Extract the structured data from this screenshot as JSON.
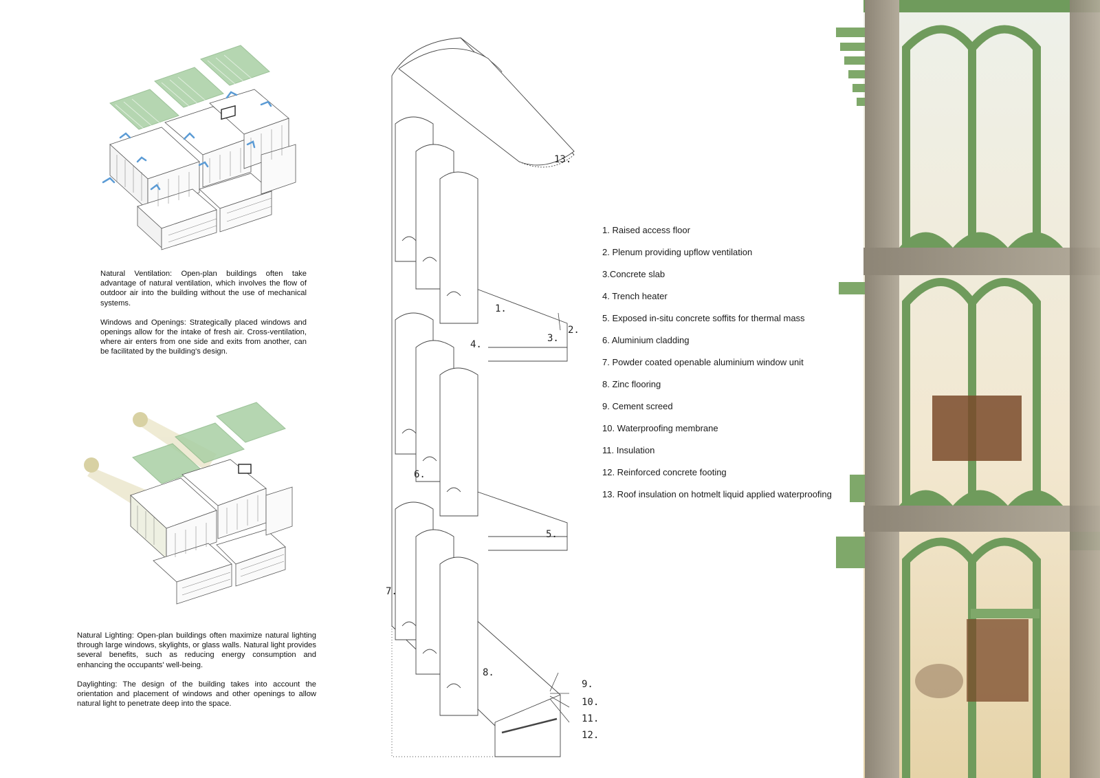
{
  "texts": {
    "ventilation": "Natural Ventilation: Open-plan buildings often take advantage of natural ventilation, which involves the flow of outdoor air into the building without the use of mechanical systems.",
    "windows": "Windows and Openings: Strategically placed windows and openings allow for the intake of fresh air. Cross-ventilation, where air enters from one side and exits from another, can be facilitated by the building's design.",
    "lighting": "Natural Lighting: Open-plan buildings often maximize natural lighting through large windows, skylights, or glass walls. Natural light provides several benefits, such as reducing energy consumption and enhancing the occupants' well-being.",
    "daylighting": "Daylighting: The design of the building takes into account the orientation and placement of windows and other openings to allow natural light to penetrate deep into the space."
  },
  "legend": [
    "1. Raised access floor",
    "2. Plenum providing upflow ventilation",
    "3.Concrete slab",
    "4. Trench heater",
    "5. Exposed in-situ concrete soffits for thermal mass",
    "6. Aluminium cladding",
    "7. Powder coated openable aluminium window unit",
    "8. Zinc flooring",
    "9. Cement screed",
    "10. Waterproofing membrane",
    "11. Insulation",
    "12. Reinforced concrete footing",
    "13. Roof insulation on hotmelt liquid applied waterproofing"
  ],
  "callouts": [
    "1.",
    "2.",
    "3.",
    "4.",
    "5.",
    "6.",
    "7.",
    "8.",
    "9.",
    "10.",
    "11.",
    "12.",
    "13."
  ],
  "colors": {
    "roof_green": "#a9d0a4",
    "airflow_blue": "#5b9bd5",
    "sun": "#d8d1a3",
    "facade_green": "#6f9b5c",
    "facade_stone": "#a59e8f",
    "interior_glow": "#f2e7cf"
  }
}
